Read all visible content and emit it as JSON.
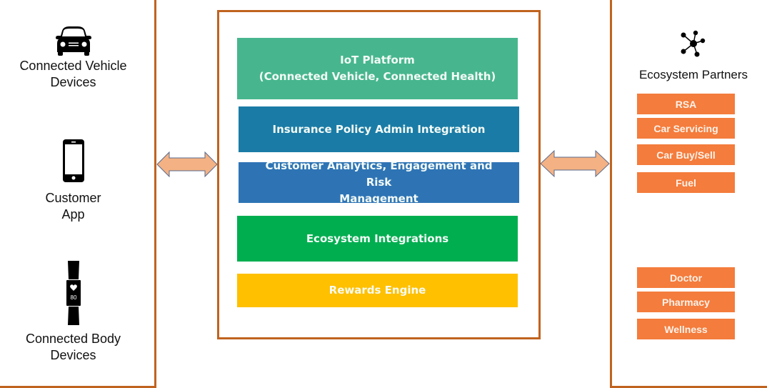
{
  "colors": {
    "panel_border": "#C0631F",
    "arrow_fill": "#F4B183",
    "arrow_stroke": "#5A6B8C",
    "partner_fill": "#F47C3C",
    "icon_color": "#000000"
  },
  "devices": [
    {
      "icon": "car-icon",
      "label_line1": "Connected Vehicle",
      "label_line2": "Devices"
    },
    {
      "icon": "smartphone-icon",
      "label_line1": "Customer",
      "label_line2": "App"
    },
    {
      "icon": "fitness-band-icon",
      "label_line1": "Connected Body",
      "label_line2": "Devices",
      "band_reading": "80"
    }
  ],
  "platform_layers": [
    {
      "line1": "IoT Platform",
      "line2": "(Connected Vehicle, Connected Health)",
      "color": "#47B68E"
    },
    {
      "line1": "Insurance Policy Admin Integration",
      "line2": "",
      "color": "#1A7CA6"
    },
    {
      "line1": "Customer Analytics, Engagement and Risk",
      "line2": "Management",
      "color": "#2E74B5"
    },
    {
      "line1": "Ecosystem Integrations",
      "line2": "",
      "color": "#00AE50"
    },
    {
      "line1": "Rewards Engine",
      "line2": "",
      "color": "#FFC000"
    }
  ],
  "ecosystem": {
    "icon": "network-icon",
    "title": "Ecosystem Partners",
    "vehicle_partners": [
      "RSA",
      "Car Servicing",
      "Car Buy/Sell",
      "Fuel"
    ],
    "health_partners": [
      "Doctor",
      "Pharmacy",
      "Wellness"
    ]
  }
}
